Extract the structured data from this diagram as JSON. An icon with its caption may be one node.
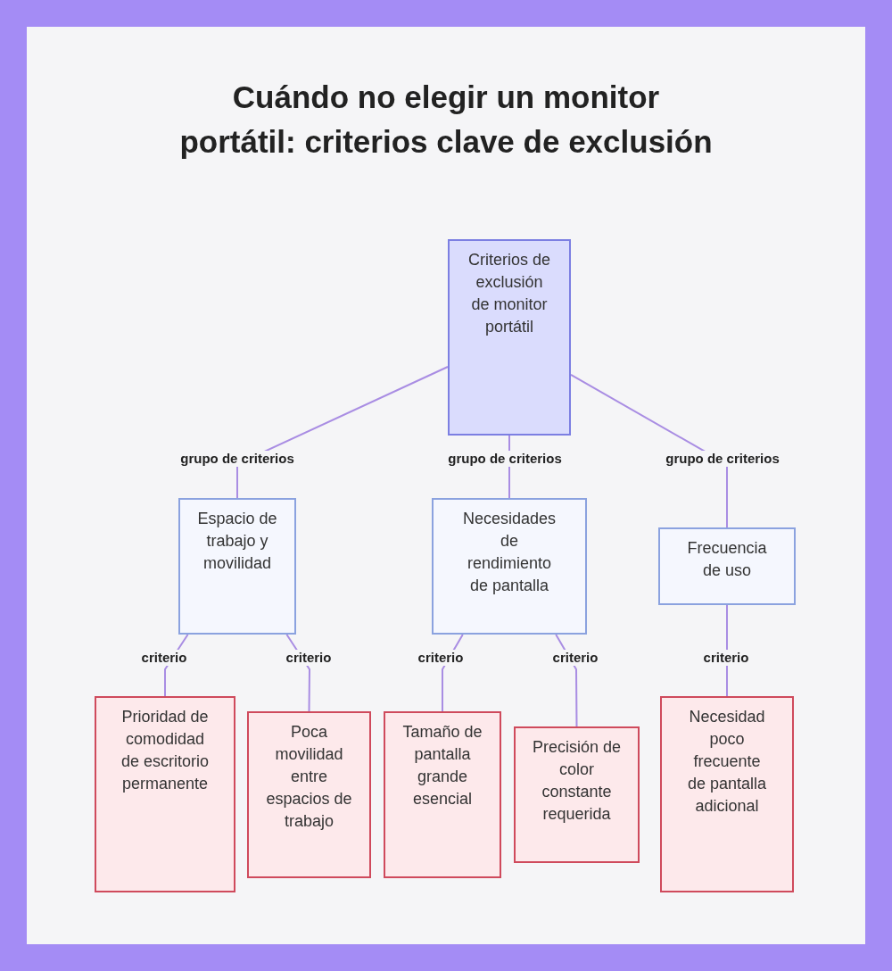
{
  "diagram": {
    "title": "Cuándo no elegir un monitor portátil: criterios clave de exclusión",
    "nodes": [
      {
        "text": [
          "Criterios de exclusión de monitor portátil"
        ]
      },
      {
        "text": [
          "Espacio de trabajo y movilidad"
        ]
      },
      {
        "text": [
          "Necesidades de rendimiento de pantalla"
        ]
      },
      {
        "text": [
          "Frecuencia de uso"
        ]
      },
      {
        "text": [
          "Prioridad de comodidad de escritorio permanente"
        ]
      },
      {
        "text": [
          "Poca movilidad entre espacios de trabajo"
        ]
      },
      {
        "text": [
          "Tamaño de pantalla grande esencial"
        ]
      },
      {
        "text": [
          "Precisión de color constante requerida"
        ]
      },
      {
        "text": [
          "Necesidad poco frecuente de pantalla adicional"
        ]
      }
    ],
    "edges": [
      {
        "from": 0,
        "to": 1,
        "arrow": "none",
        "label": "grupo de criterios"
      },
      {
        "from": 0,
        "to": 2,
        "arrow": "none",
        "label": "grupo de criterios"
      },
      {
        "from": 0,
        "to": 3,
        "arrow": "none",
        "label": "grupo de criterios"
      },
      {
        "from": 1,
        "to": 4,
        "arrow": "none",
        "label": "criterio"
      },
      {
        "from": 1,
        "to": 5,
        "arrow": "none",
        "label": "criterio"
      },
      {
        "from": 2,
        "to": 6,
        "arrow": "none",
        "label": "criterio"
      },
      {
        "from": 2,
        "to": 7,
        "arrow": "none",
        "label": "criterio"
      },
      {
        "from": 3,
        "to": 8,
        "arrow": "none",
        "label": "criterio"
      }
    ]
  }
}
